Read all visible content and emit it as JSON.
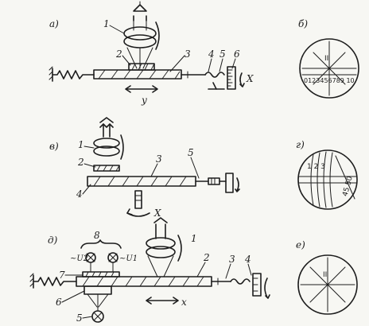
{
  "panels": {
    "a": {
      "letter": "а)",
      "labels": [
        "1",
        "2",
        "3",
        "4",
        "5",
        "6"
      ],
      "axis_y": "у",
      "axis_x": "Х"
    },
    "b": {
      "letter": "б)",
      "reticle_mark": "II",
      "scale": "0123456789 10"
    },
    "v": {
      "letter": "в)",
      "labels": [
        "1",
        "2",
        "3",
        "4",
        "5"
      ],
      "axis_x": "Х"
    },
    "g": {
      "letter": "г)",
      "scale_left": "1 2 3",
      "scale_right": "45 50"
    },
    "d": {
      "letter": "д)",
      "labels": [
        "1",
        "2",
        "3",
        "4",
        "5",
        "6",
        "7",
        "8"
      ],
      "u2": "~U2",
      "u1": "~U1",
      "axis_x": "х"
    },
    "e": {
      "letter": "е)",
      "reticle_mark": "II"
    }
  }
}
